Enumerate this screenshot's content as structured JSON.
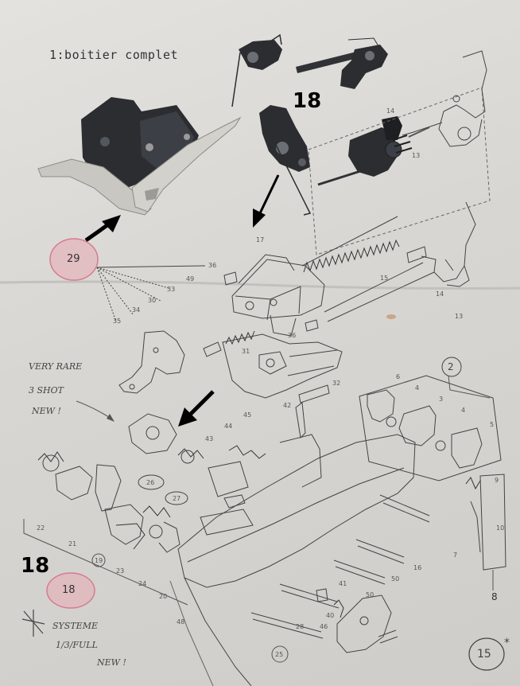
{
  "title": "1:boitier complet",
  "callouts": {
    "top_18": "18",
    "bottom_18": "18",
    "pink_29": "29",
    "pink_18": "18",
    "circle_2": "2",
    "circle_15": "15",
    "circle_25": "25",
    "circle_26": "26",
    "circle_27": "27",
    "circle_19": "19",
    "star": "*"
  },
  "handwritten": {
    "very_rare": "VERY RARE",
    "shot": "3 SHOT",
    "new1": "NEW !",
    "systeme": "SYSTEME",
    "full": "1/3/FULL",
    "new2": "NEW !"
  },
  "part_numbers": {
    "p14a": "14",
    "p13a": "13",
    "p17": "17",
    "p36a": "36",
    "p49": "49",
    "p33": "33",
    "p30": "30",
    "p34": "34",
    "p35": "35",
    "p15": "15",
    "p14b": "14",
    "p13b": "13",
    "p31": "31",
    "p36b": "36",
    "p32": "32",
    "p42": "42",
    "p45": "45",
    "p44": "44",
    "p43": "43",
    "p6": "6",
    "p4a": "4",
    "p3": "3",
    "p4b": "4",
    "p5": "5",
    "p9": "9",
    "p10": "10",
    "p8": "8",
    "p22": "22",
    "p21": "21",
    "p23": "23",
    "p24": "24",
    "p20": "20",
    "p16": "16",
    "p7": "7",
    "p50a": "50",
    "p41": "41",
    "p50b": "50",
    "p40": "40",
    "p46": "46",
    "p28": "28",
    "p48": "48"
  },
  "colors": {
    "paper": "#dcdad6",
    "ink": "#333333",
    "photo_dark": "#2b2d31",
    "photo_steel": "#c9c7c2",
    "pink": "#e8a9b4",
    "arrow": "#000000"
  }
}
